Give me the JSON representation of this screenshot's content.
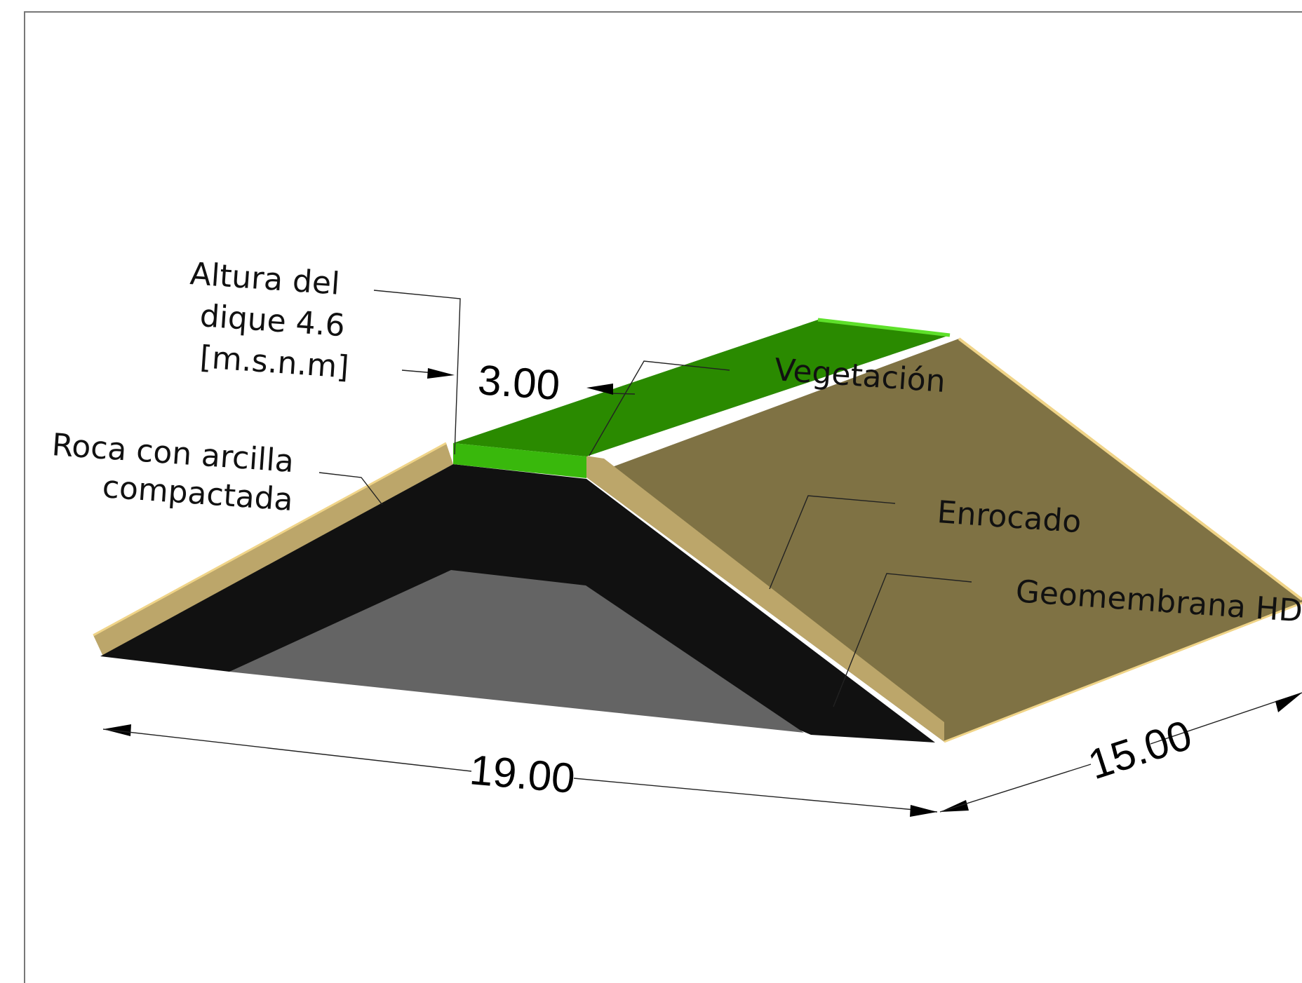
{
  "labels": {
    "altura_line1": "Altura del",
    "altura_line2": "dique 4.6",
    "altura_line3": "[m.s.n.m]",
    "vegetacion": "Vegetación",
    "roca_line1": "Roca con arcilla",
    "roca_line2": "compactada",
    "enrocado": "Enrocado",
    "geomembrana": "Geomembrana HDP"
  },
  "dimensions": {
    "crest_width": "3.00",
    "base_width": "19.00",
    "length": "15.00"
  },
  "colors": {
    "vegetation": "#2a8a00",
    "vegetation_edge": "#39b80c",
    "vegetation_highlight": "#5ee02a",
    "rock_slope": "#7f7244",
    "rock_edge": "#bca66a",
    "rock_edge_highlight": "#f0d488",
    "geomembrane": "#111111",
    "core": "#646464",
    "frame": "#777777"
  }
}
